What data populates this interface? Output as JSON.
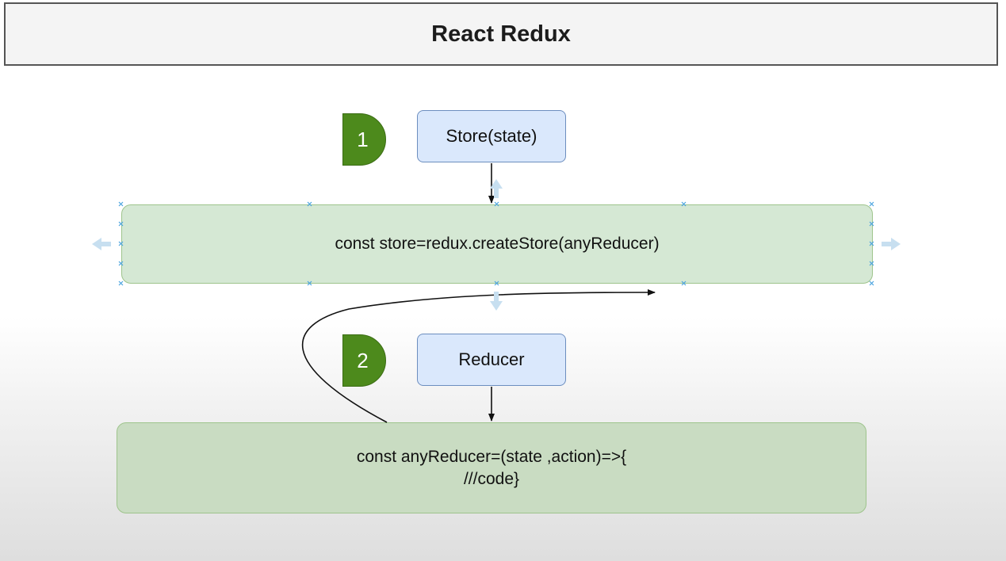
{
  "title": "React Redux",
  "steps": [
    {
      "number": "1",
      "box_label": "Store(state)",
      "code_lines": [
        "const store=redux.createStore(anyReducer)"
      ]
    },
    {
      "number": "2",
      "box_label": "Reducer",
      "code_lines": [
        "const anyReducer=(state ,action)=>{",
        "///code}"
      ]
    }
  ],
  "colors": {
    "badge_green": "#4d8a1c",
    "store_box_fill": "#dae8fc",
    "store_box_border": "#6c8ebf",
    "code_box_fill_1": "#d5e8d4",
    "code_box_fill_2": "#c9dcc2",
    "code_box_border": "#9ec48c"
  }
}
